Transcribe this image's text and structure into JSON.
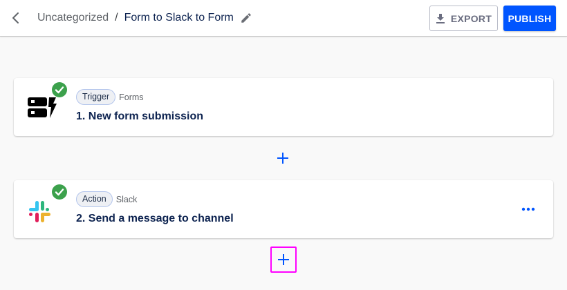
{
  "header": {
    "back_icon": "chevron-left-icon",
    "breadcrumb": {
      "parent": "Uncategorized",
      "separator": "/",
      "current": "Form to Slack to Form"
    },
    "edit_icon": "pencil-icon",
    "export_label": "EXPORT",
    "export_icon": "download-icon",
    "publish_label": "PUBLISH"
  },
  "steps": [
    {
      "pill": "Trigger",
      "app": "Forms",
      "title": "1. New form submission",
      "icon": "forms-app-icon",
      "status": "complete"
    },
    {
      "pill": "Action",
      "app": "Slack",
      "title": "2. Send a message to channel",
      "icon": "slack-icon",
      "status": "complete",
      "menu_icon": "more-horizontal-icon"
    }
  ],
  "add_step_icon": "plus-icon",
  "colors": {
    "accent": "#0055ff",
    "title": "#0d2350",
    "success": "#3ca14c",
    "focus_ring": "#ff00ff",
    "canvas": "#f9f9f9"
  }
}
